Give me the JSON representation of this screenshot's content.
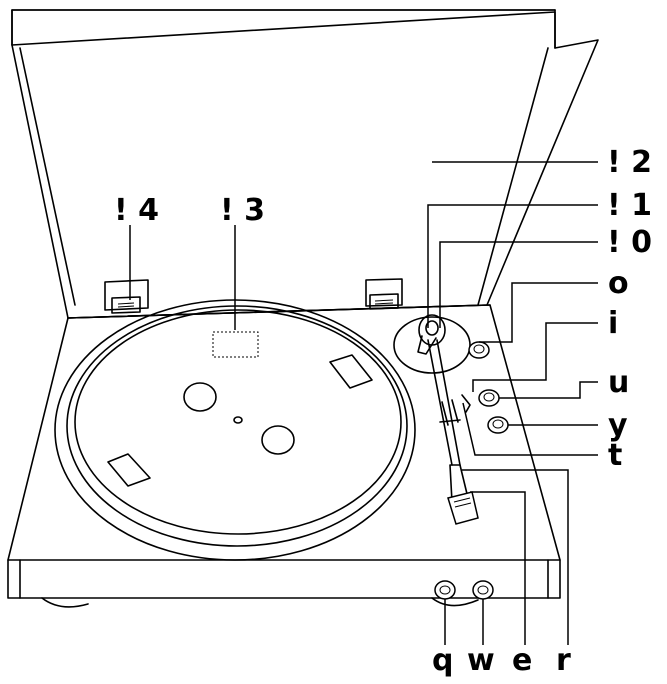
{
  "callouts": {
    "c12": "! 2",
    "c11": "! 1",
    "c10": "! 0",
    "c14": "! 4",
    "c13": "! 3",
    "o": "o",
    "i": "i",
    "u": "u",
    "y": "y",
    "t": "t",
    "q": "q",
    "w": "w",
    "e": "e",
    "r": "r"
  },
  "colors": {
    "stroke": "#000000",
    "background": "#ffffff"
  }
}
